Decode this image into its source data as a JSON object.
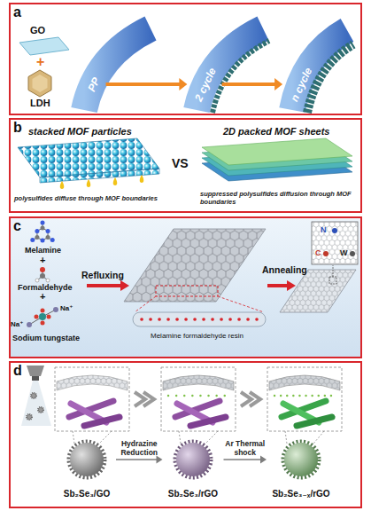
{
  "diagram": {
    "nodes": [
      {
        "text": [
          "a"
        ]
      },
      {
        "text": [
          "PP"
        ],
        "in": 0
      },
      {
        "text": [
          "2 cycle"
        ],
        "in": 0
      },
      {
        "text": [
          "n cycle"
        ],
        "in": 0
      },
      {
        "text": [
          "b"
        ]
      },
      {
        "text": [
          "c"
        ]
      },
      {
        "text": [
          "d"
        ]
      },
      {
        "text": [
          "Sb₂Se₃/GO"
        ],
        "in": 6
      },
      {
        "text": [
          "Sb₂Se₃/rGO"
        ],
        "in": 6
      },
      {
        "text": [
          "Sb₂Se₃₋ₓ/rGO"
        ],
        "in": 6
      }
    ],
    "edges": [
      {
        "from": 1,
        "to": 2,
        "arrow": "to"
      },
      {
        "from": 2,
        "to": 3,
        "arrow": "to"
      },
      {
        "from": 7,
        "to": 8,
        "label": "Hydrazine Reduction",
        "arrow": "to"
      },
      {
        "from": 8,
        "to": 9,
        "label": "Ar Thermal shock",
        "arrow": "to"
      }
    ],
    "labels": [
      "GO",
      "+",
      "LDH",
      "stacked MOF particles",
      "VS",
      "2D packed MOF sheets",
      "polysulfides diffuse through MOF boundaries",
      "suppressed polysulfides diffusion through MOF boundaries",
      "Melamine",
      "+",
      "Formaldehyde",
      "+",
      "Na⁺",
      "Na⁺",
      "Sodium tungstate",
      "Refluxing",
      "Annealing",
      "Melamine formaldehyde resin",
      "N",
      "C",
      "W"
    ]
  }
}
